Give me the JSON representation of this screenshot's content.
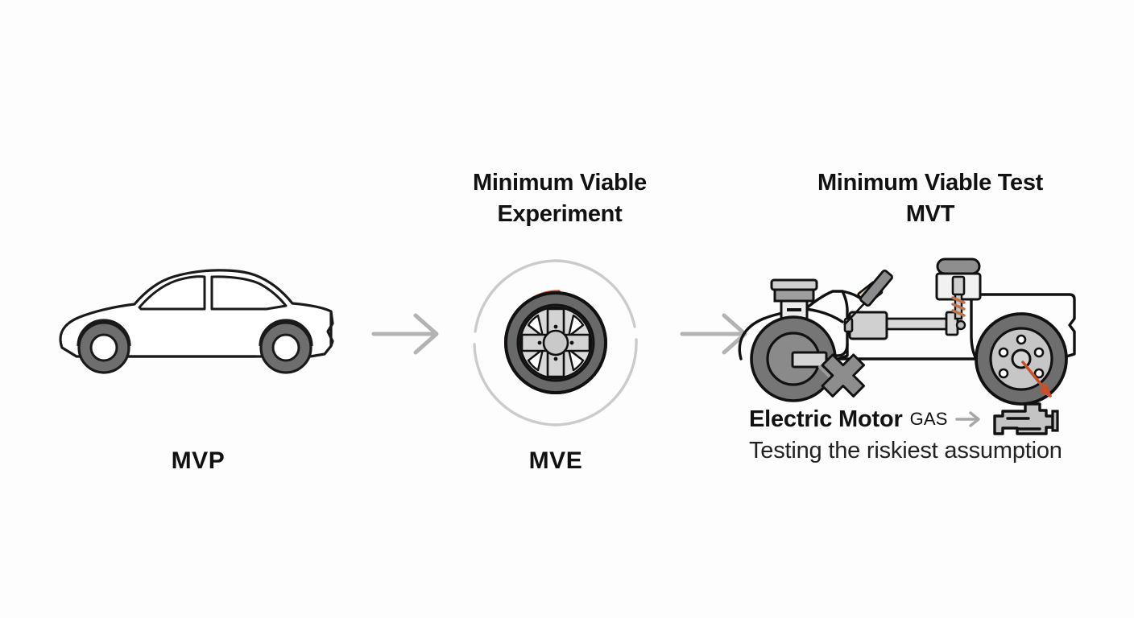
{
  "background_color": "#fdfdfd",
  "colors": {
    "ink": "#111111",
    "line": "#1a1a1a",
    "arrow_gray": "#b3b3b3",
    "circle_gray": "#cccccc",
    "accent_orange": "#c8502a",
    "metal_light": "#e2e2e2",
    "metal_mid": "#b9b9b9",
    "metal_dark": "#7a7a7a",
    "tire_dark": "#6e6e6e",
    "copper": "#c2714a"
  },
  "stages": [
    {
      "id": "mvp",
      "heading": "",
      "caption": "MVP",
      "illustration": "sedan-line-art"
    },
    {
      "id": "mve",
      "heading": "Minimum Viable\nExperiment",
      "caption": "MVE",
      "illustration": "spinning-wheel-in-circle"
    },
    {
      "id": "mvt",
      "heading": "Minimum Viable Test\nMVT",
      "caption": "",
      "illustration": "instrumented-test-vehicle"
    }
  ],
  "connectors": [
    {
      "id": "mvp-to-mve",
      "icon": "arrow-right-icon"
    },
    {
      "id": "mve-to-mvt",
      "icon": "arrow-right-icon"
    }
  ],
  "annotation": {
    "primary": "Electric Motor",
    "comparison_label": "GAS",
    "comparison_arrow_icon": "arrow-right-icon",
    "comparison_icon": "engine-icon",
    "subtitle": "Testing the riskiest assumption"
  }
}
